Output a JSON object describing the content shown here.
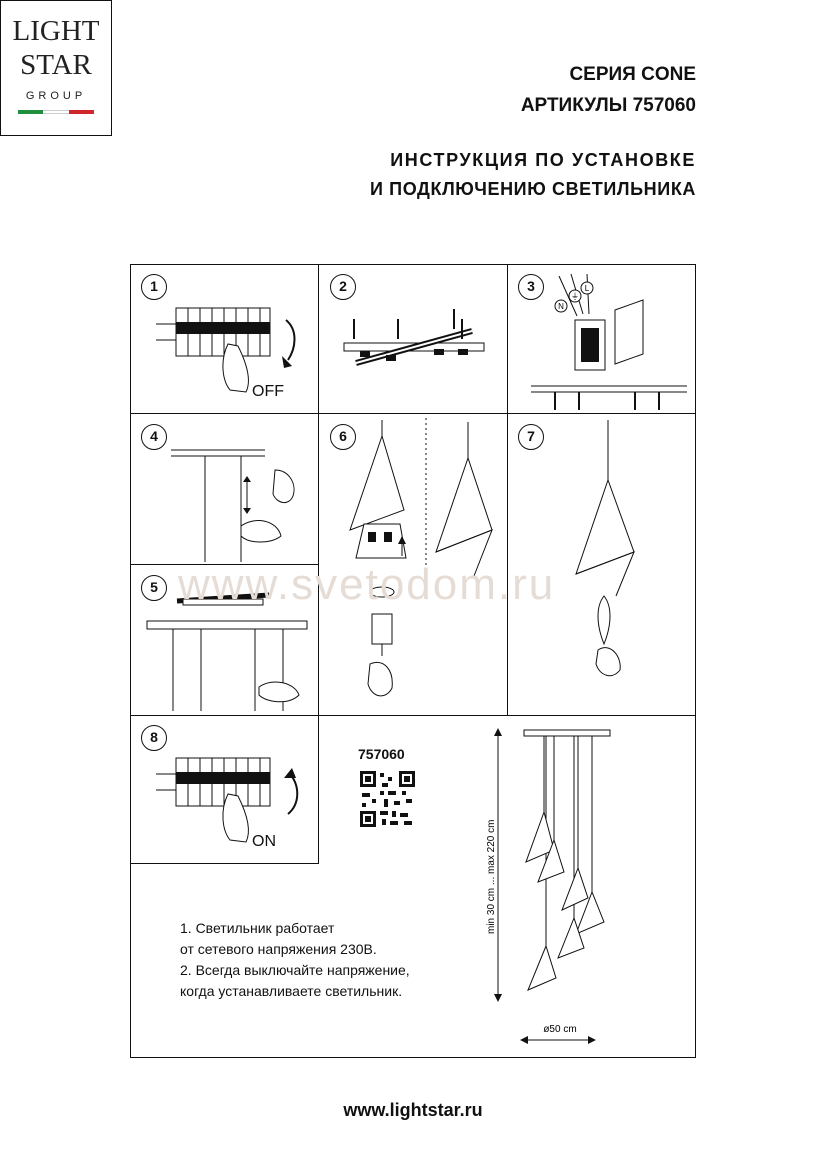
{
  "logo": {
    "line1": "LIGHT",
    "line2": "STAR",
    "line3": "GROUP"
  },
  "header": {
    "series": "СЕРИЯ CONE",
    "articles": "АРТИКУЛЫ 757060",
    "title_line1": "ИНСТРУКЦИЯ ПО УСТАНОВКЕ",
    "title_line2": "И ПОДКЛЮЧЕНИЮ СВЕТИЛЬНИКА"
  },
  "steps": [
    "1",
    "2",
    "3",
    "4",
    "5",
    "6",
    "7",
    "8"
  ],
  "labels": {
    "off": "OFF",
    "on": "ON"
  },
  "wire_labels": {
    "n": "N",
    "l": "L",
    "ground": "⏚"
  },
  "product": {
    "code": "757060"
  },
  "dimensions": {
    "height": "min 30 cm ... max 220 cm",
    "diameter": "ø50 cm"
  },
  "notes": [
    "1. Светильник работает",
    "от сетевого напряжения 230В.",
    "2. Всегда выключайте напряжение,",
    "когда устанавливаете светильник."
  ],
  "watermark": "www.svetodom.ru",
  "footer": {
    "url": "www.lightstar.ru"
  },
  "colors": {
    "logo_green": "#1e8f3c",
    "logo_red": "#d0262b",
    "line": "#111111",
    "watermark": "#e6dcd6"
  }
}
